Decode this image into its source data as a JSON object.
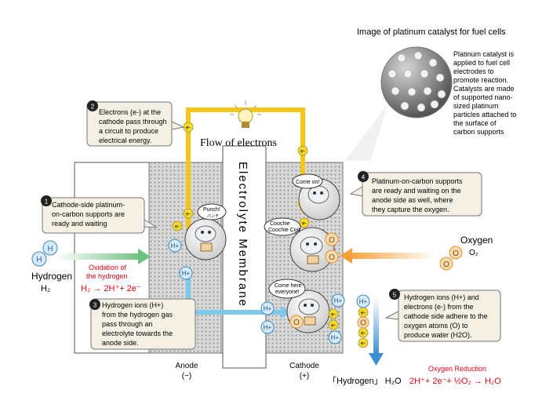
{
  "header": {
    "title": "Image of platinum catalyst for fuel cells"
  },
  "catalyst_note": {
    "lines": [
      "Platinum catalyst is",
      "applied to fuel cell",
      "electrodes to",
      "promote reaction.",
      "Catalysts are made",
      "of supported nano-",
      "sized platinum",
      "particles attached to",
      "the surface of",
      "carbon supports"
    ]
  },
  "flow": {
    "label": "Flow of electrons",
    "electron": "e-"
  },
  "membrane": {
    "label": "Electrolyte Membrane"
  },
  "steps": [
    {
      "num": "1",
      "lines": [
        "Cathode-side platinum-",
        "on-carbon supports are",
        "ready and waiting"
      ]
    },
    {
      "num": "2",
      "lines": [
        "Electrons (e-) at the",
        "cathode pass through",
        "a circuit to produce",
        "electrical energy."
      ]
    },
    {
      "num": "3",
      "lines": [
        "Hydrogen ions (H+)",
        "from the hydrogen gas",
        "pass through an",
        "electrolyte towards the",
        "anode side."
      ]
    },
    {
      "num": "4",
      "lines": [
        "Platinum-on-carbon supports",
        "are ready and waiting on the",
        "anode side as well, where",
        "they capture the oxygen."
      ]
    },
    {
      "num": "5",
      "lines": [
        "Hydrogen ions (H+) and",
        "electrons (e-) from the",
        "cathode side adhere to the",
        "oxygen atoms (O) to",
        "produce water (H2O)."
      ]
    }
  ],
  "hydrogen": {
    "label": "Hydrogen",
    "formula": "H₂",
    "atom": "H"
  },
  "oxidation": {
    "title": "Oxidation of",
    "title2": "the hydrogen",
    "equation": "H₂ → 2H⁺+ 2e⁻"
  },
  "oxygen": {
    "label": "Oxygen",
    "formula": "O₂",
    "atom": "O"
  },
  "anode": {
    "label": "Anode",
    "sign": "(−)"
  },
  "cathode": {
    "label": "Cathode",
    "sign": "(+)"
  },
  "product": {
    "label": "「Hydrogen」 H₂O"
  },
  "reduction": {
    "title": "Oxygen Reduction",
    "equation": "2H⁺+ 2e⁻+ ½O₂ → H₂O"
  },
  "bubbles": {
    "punch": "Punch!",
    "punch_sub": "パンチ",
    "comeon": "Come on!",
    "coochie": "Coochie",
    "coochie2": "Coochie Coo",
    "comehere": "Come here",
    "comehere2": "everyone!"
  },
  "ion": "H+",
  "colors": {
    "electron_flow": "#f5c518",
    "ion_flow": "#7ec8ec",
    "oxygen_flow": "#f6a540",
    "hydrogen_flow": "#7ccb8a",
    "reduction_text": "#e30613",
    "atom_h": "#3a86c8",
    "atom_o": "#e8902a"
  }
}
